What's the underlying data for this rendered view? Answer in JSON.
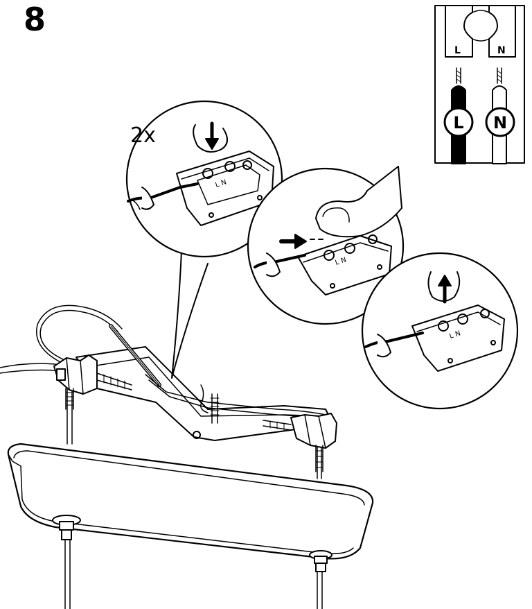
{
  "step": {
    "number": "8"
  },
  "callouts": {
    "quantity": "2x"
  },
  "legend": {
    "terminal_live": "L",
    "terminal_neutral": "N",
    "wire_live": "L",
    "wire_neutral": "N"
  },
  "block_markings": {
    "detail1": "L N",
    "detail2": "L N",
    "detail3": "L N"
  },
  "colors": {
    "ink": "#000000",
    "paper": "#ffffff",
    "shade": "#d9d9d9"
  },
  "icons": [
    "down-arrow-icon",
    "right-arrow-icon",
    "up-arrow-icon"
  ]
}
